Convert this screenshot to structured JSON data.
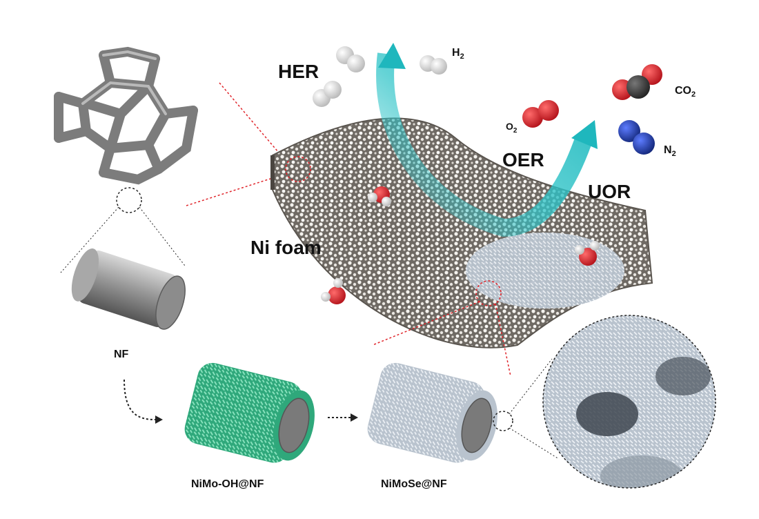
{
  "labels": {
    "her": "HER",
    "h2": "H",
    "h2_sub": "2",
    "o2": "O",
    "o2_sub": "2",
    "co2": "CO",
    "co2_sub": "2",
    "n2": "N",
    "n2_sub": "2",
    "oer": "OER",
    "uor": "UOR",
    "ni_foam": "Ni foam",
    "nf": "NF",
    "nimo_oh": "NiMo-OH@NF",
    "nimose": "NiMoSe@NF"
  },
  "colors": {
    "arrow": "#2fc4c8",
    "oxygen": "#d01c1f",
    "hydrogen": "#e6e6e6",
    "carbon": "#3a3a3a",
    "nitrogen": "#1f3a9e",
    "foam": "#8f8a84",
    "hydroxide_fuzz": "#3fbf8f",
    "selenide_fuzz": "#c7d0da",
    "leader_red": "#e0242a",
    "leader_black": "#222222"
  },
  "icons": [
    "ni-skeleton-icon",
    "metal-cylinder-icon",
    "green-fuzzy-cylinder-icon",
    "grey-fuzzy-cylinder-icon",
    "zoom-lens-icon",
    "curved-arrow-icon",
    "molecule-icon"
  ]
}
